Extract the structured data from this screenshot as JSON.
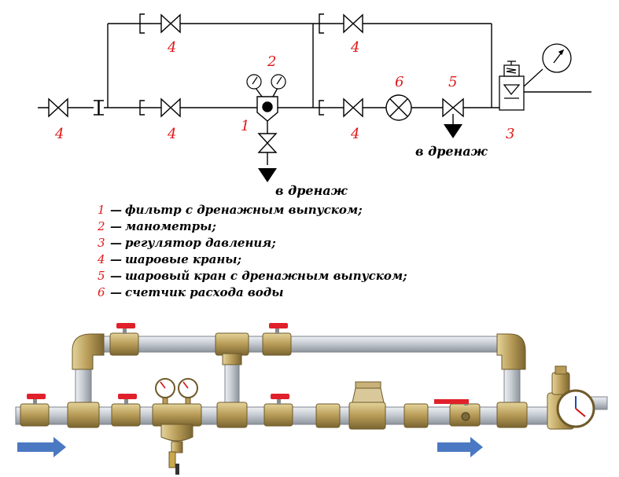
{
  "scheme": {
    "markers": {
      "top_left_valve": "4",
      "top_right_valve": "4",
      "inlet_valve": "4",
      "lower_left_valve": "4",
      "gauges": "2",
      "filter": "1",
      "lower_right_valve": "4",
      "meter": "6",
      "drain_valve": "5",
      "regulator": "3"
    },
    "drain_label_right": "в дренаж",
    "drain_label_filter": "в дренаж"
  },
  "legend": {
    "dash": "—",
    "items": [
      {
        "num": "1",
        "text": "фильтр с дренажным выпуском;"
      },
      {
        "num": "2",
        "text": "манометры;"
      },
      {
        "num": "3",
        "text": "регулятор давления;"
      },
      {
        "num": "4",
        "text": "шаровые краны;"
      },
      {
        "num": "5",
        "text": "шаровый кран с дренажным выпуском;"
      },
      {
        "num": "6",
        "text": "счетчик расхода воды"
      }
    ]
  },
  "colors": {
    "label_red": "#e01818",
    "pipe_steel": "#c7ccd3",
    "brass": "#b79b57",
    "valve_handle": "#e0202a",
    "flow_arrow": "#4a78c2"
  }
}
